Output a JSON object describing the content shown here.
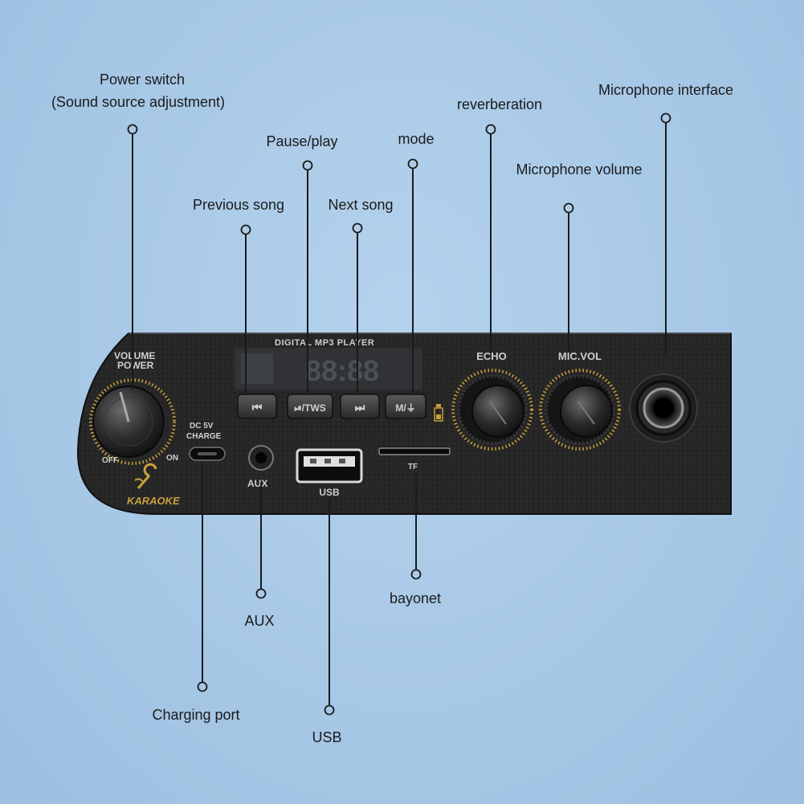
{
  "callouts": {
    "power_switch": "Power switch",
    "power_switch_sub": "(Sound source adjustment)",
    "pause_play": "Pause/play",
    "mode": "mode",
    "reverberation": "reverberation",
    "microphone_interface": "Microphone interface",
    "microphone_volume": "Microphone volume",
    "previous_song": "Previous song",
    "next_song": "Next song",
    "aux": "AUX",
    "bayonet": "bayonet",
    "charging_port": "Charging port",
    "usb": "USB"
  },
  "panel": {
    "player_title": "DIGITAL MP3 PLAYER",
    "volume_label": "VOLUME",
    "power_label": "POWER",
    "off_label": "OFF",
    "on_label": "ON",
    "dc_label": "DC 5V",
    "charge_label": "CHARGE",
    "aux_label": "AUX",
    "usb_label": "USB",
    "tf_label": "TF",
    "echo_label": "ECHO",
    "mic_vol_label": "MIC.VOL",
    "karaoke_label": "KARAOKE",
    "display_readout": "88:88",
    "btn_prev": "⏮",
    "btn_play": "⏯/TWS",
    "btn_next": "⏭",
    "btn_mode": "M/⏚"
  }
}
